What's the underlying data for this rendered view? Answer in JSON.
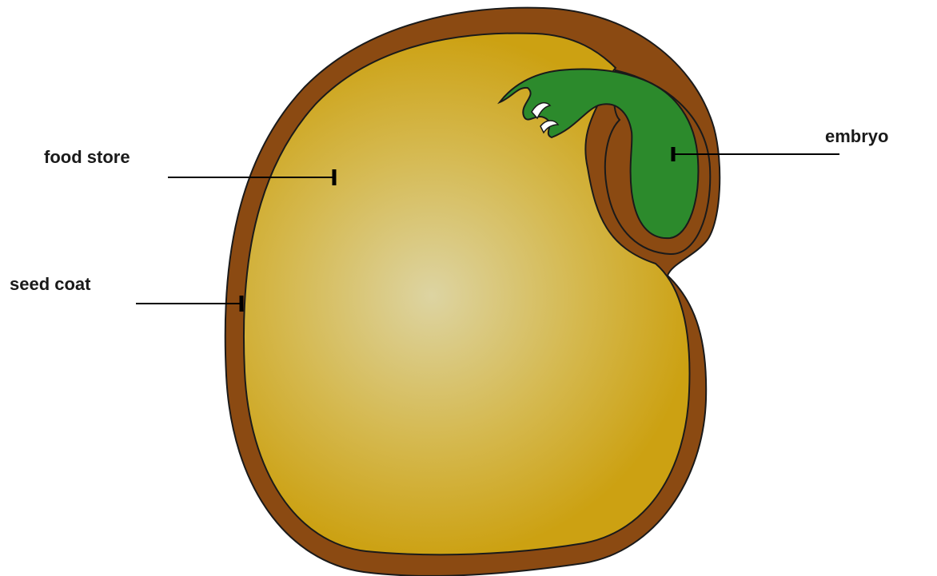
{
  "labels": {
    "food_store": "food store",
    "seed_coat": "seed coat",
    "embryo": "embryo"
  },
  "colors": {
    "seed_coat": "#8B4A12",
    "food_store_center": "#DDD4A2",
    "food_store_edge": "#CDA415",
    "embryo": "#2C8A2C",
    "outline": "#1a1a1a",
    "leader_line": "#000000"
  }
}
